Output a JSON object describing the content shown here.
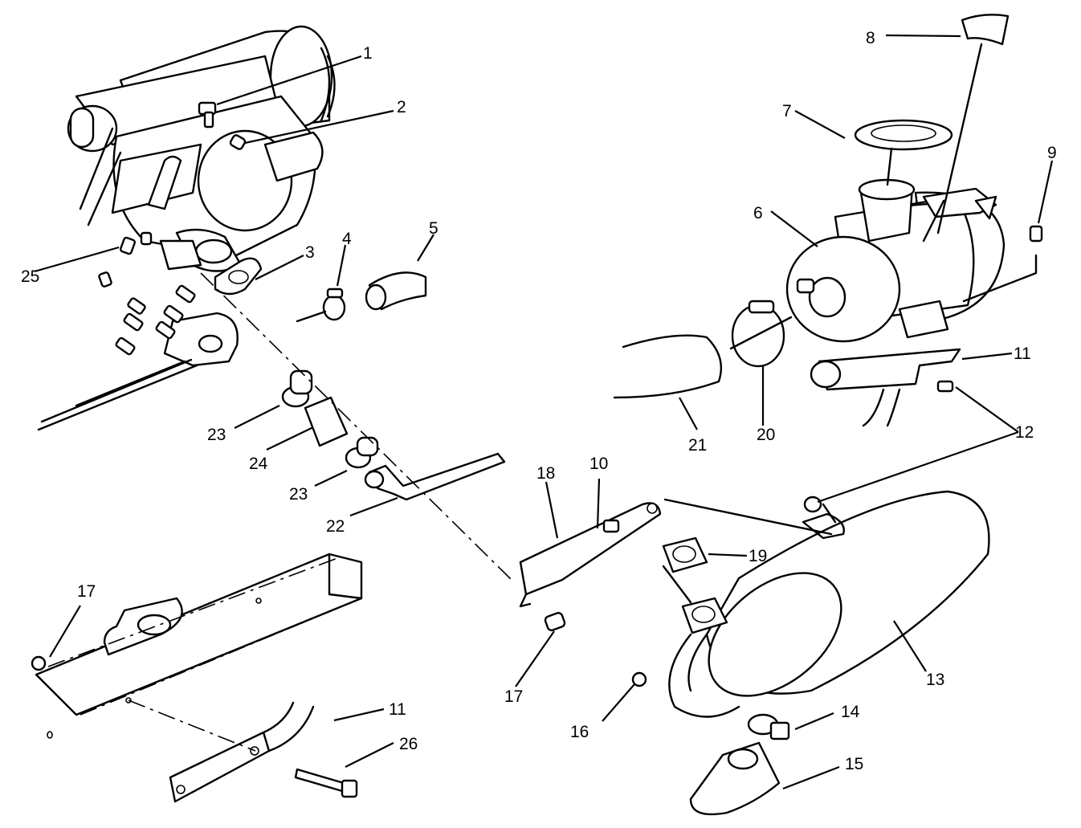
{
  "callouts": {
    "c1": "1",
    "c2": "2",
    "c3": "3",
    "c4": "4",
    "c5": "5",
    "c6": "6",
    "c7": "7",
    "c8": "8",
    "c9": "9",
    "c10": "10",
    "c11a": "11",
    "c11b": "11",
    "c12": "12",
    "c13": "13",
    "c14": "14",
    "c15": "15",
    "c16": "16",
    "c17a": "17",
    "c17b": "17",
    "c18": "18",
    "c19": "19",
    "c20": "20",
    "c21": "21",
    "c22": "22",
    "c23a": "23",
    "c23b": "23",
    "c24": "24",
    "c25": "25",
    "c26": "26"
  }
}
